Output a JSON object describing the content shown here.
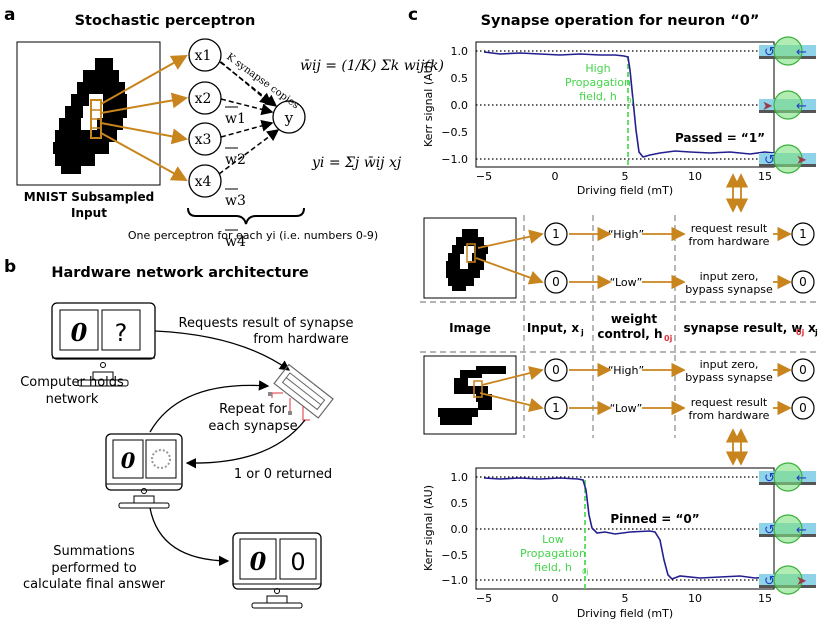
{
  "panel_a": {
    "letter": "a",
    "title": "Stochastic perceptron",
    "input_label_line1": "MNIST Subsampled",
    "input_label_line2": "Input",
    "nodes": [
      "x1",
      "x2",
      "x3",
      "x4"
    ],
    "weights": [
      "w1",
      "w2",
      "w3",
      "w4"
    ],
    "output_node": "y",
    "synapse_copies": "K synapse copies",
    "eq1": "w̄ij = (1/K) Σk wij(k)",
    "eq2": "yi = Σj w̄ij xj",
    "brace_caption": "One perceptron for each yi (i.e. numbers 0-9)"
  },
  "panel_b": {
    "letter": "b",
    "title": "Hardware network architecture",
    "computer_holds_1": "Computer holds",
    "computer_holds_2": "network",
    "requests_1": "Requests result of synapse",
    "requests_2": "from hardware",
    "repeat_1": "Repeat for",
    "repeat_2": "each synapse",
    "returned": "1 or 0 returned",
    "summ_1": "Summations",
    "summ_2": "performed to",
    "summ_3": "calculate final answer",
    "screen1_left": "0",
    "screen1_right": "?",
    "screen3_right": "0"
  },
  "panel_c": {
    "letter": "c",
    "title": "Synapse operation for neuron “0”",
    "top_plot": {
      "ylabel": "Kerr signal (AU)",
      "xlabel": "Driving field (mT)",
      "xticks": [
        "−5",
        "0",
        "5",
        "10",
        "15"
      ],
      "yticks": [
        "1.0",
        "0.5",
        "0.0",
        "−0.5",
        "−1.0"
      ],
      "annot_1": "High",
      "annot_2": "Propagation",
      "annot_3": "field, h",
      "annot_sub": "0j",
      "result": "Passed = “1”"
    },
    "bottom_plot": {
      "ylabel": "Kerr signal (AU)",
      "xlabel": "Driving field (mT)",
      "xticks": [
        "−5",
        "0",
        "5",
        "10",
        "15"
      ],
      "yticks": [
        "1.0",
        "0.5",
        "0.0",
        "−0.5",
        "−1.0"
      ],
      "annot_1": "Low",
      "annot_2": "Propagation",
      "annot_3": "field, h",
      "annot_sub": "0j",
      "result": "Pinned = “0”"
    },
    "table": {
      "headers": [
        "Image",
        "Input, x",
        "weight",
        "control, h",
        "synapse result, w",
        "x"
      ],
      "header_subs": [
        "j",
        "0j",
        "0j",
        "j"
      ],
      "row1": {
        "input": "1",
        "control": "“High”",
        "action_1": "request result",
        "action_2": "from hardware",
        "result": "1"
      },
      "row2": {
        "input": "0",
        "control": "“Low”",
        "action_1": "input zero,",
        "action_2": "bypass synapse",
        "result": "0"
      },
      "row3": {
        "input": "0",
        "control": "“High”",
        "action_1": "input zero,",
        "action_2": "bypass synapse",
        "result": "0"
      },
      "row4": {
        "input": "1",
        "control": "“Low”",
        "action_1": "request result",
        "action_2": "from hardware",
        "result": "0"
      }
    }
  },
  "colors": {
    "orange": "#c8841d",
    "green": "#44d44a",
    "navy": "#231e8f",
    "grey": "#999999",
    "red": "#e0303e"
  }
}
